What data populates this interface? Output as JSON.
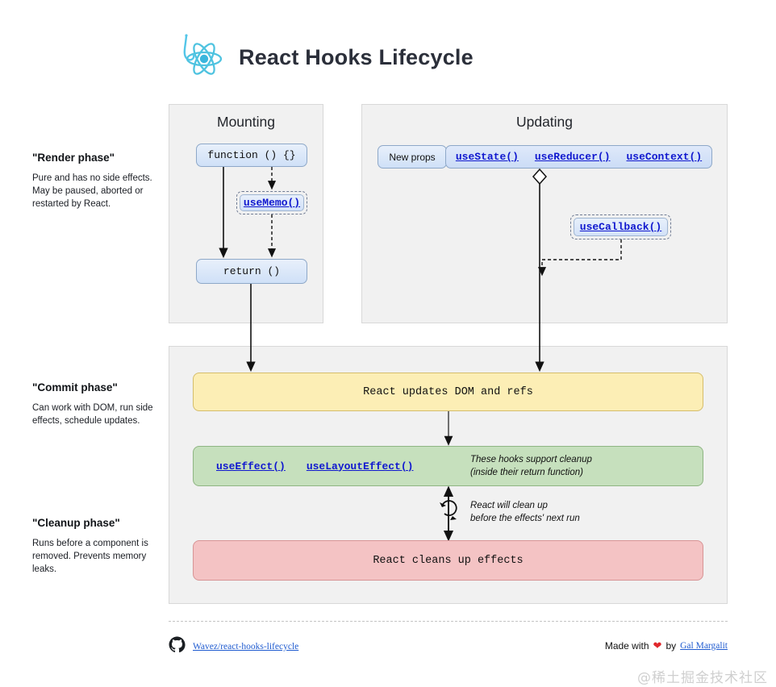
{
  "header": {
    "title": "React Hooks Lifecycle",
    "logo_icon": "react-atom-hook-logo"
  },
  "phases": [
    {
      "title": "\"Render phase\"",
      "description": "Pure and has no side effects. May be paused, aborted or restarted by React."
    },
    {
      "title": "\"Commit phase\"",
      "description": "Can work with DOM, run side effects, schedule updates."
    },
    {
      "title": "\"Cleanup phase\"",
      "description": "Runs before a component is removed. Prevents memory leaks."
    }
  ],
  "panels": {
    "mounting": {
      "title": "Mounting",
      "function_box": "function () {}",
      "usememo": "useMemo()",
      "return_box": "return ()"
    },
    "updating": {
      "title": "Updating",
      "new_props": "New props",
      "hooks": [
        "useState()",
        "useReducer()",
        "useContext()"
      ],
      "usecallback": "useCallback()"
    },
    "commit": {
      "dom_box": "React updates DOM and refs",
      "effects_hooks": [
        "useEffect()",
        "useLayoutEffect()"
      ],
      "effects_note_line1": "These hooks support cleanup",
      "effects_note_line2": "(inside their return function)",
      "cleanup_note_line1": "React will clean up",
      "cleanup_note_line2": "before the effects' next run",
      "cleanup_box": "React cleans up effects",
      "cycle_icon": "circular-refresh-icon"
    }
  },
  "footer": {
    "github_icon": "github-icon",
    "repo_link": "Wavez/react-hooks-lifecycle",
    "made_with": "Made with",
    "heart_icon": "heart-icon",
    "by": "by",
    "author_link": "Gal Margalit"
  },
  "watermark": "@稀土掘金技术社区",
  "colors": {
    "panel_bg": "#f1f1f1",
    "pill_blue": "#cfe0f7",
    "dom_yellow": "#fceeb5",
    "effects_green": "#c6e0bd",
    "cleanup_red": "#f4c3c4",
    "hook_link": "#1018cf",
    "heart": "#e0272b"
  }
}
